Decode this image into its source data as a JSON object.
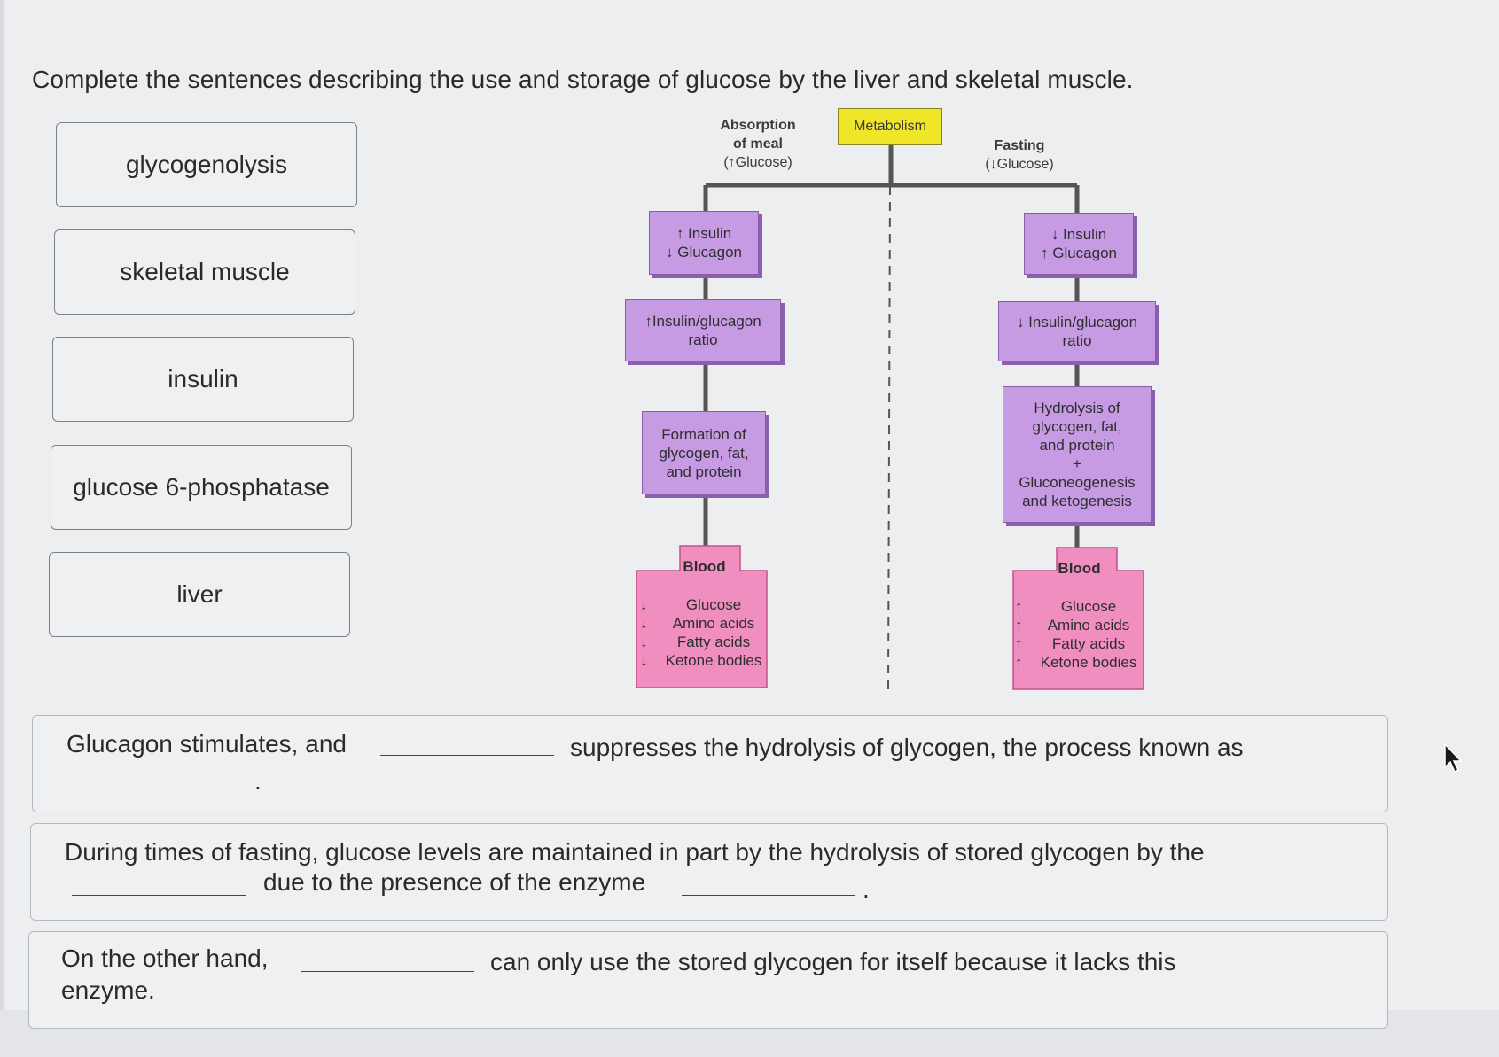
{
  "question": {
    "title": "Complete the sentences describing the use and storage of glucose by the liver and skeletal muscle."
  },
  "answer_bank": [
    "glycogenolysis",
    "skeletal muscle",
    "insulin",
    "glucose 6-phosphatase",
    "liver"
  ],
  "diagram": {
    "metabolism_label": "Metabolism",
    "absorption": {
      "line1": "Absorption",
      "line2": "of meal",
      "line3": "(↑Glucose)",
      "hormones": [
        "↑ Insulin",
        "↓ Glucagon"
      ],
      "ratio": [
        "↑Insulin/glucagon",
        "ratio"
      ],
      "process": [
        "Formation of",
        "glycogen, fat,",
        "and protein"
      ],
      "blood_title": "Blood",
      "blood_items": [
        {
          "arrow": "↓",
          "label": "Glucose"
        },
        {
          "arrow": "↓",
          "label": "Amino acids"
        },
        {
          "arrow": "↓",
          "label": "Fatty acids"
        },
        {
          "arrow": "↓",
          "label": "Ketone bodies"
        }
      ]
    },
    "fasting": {
      "line1": "Fasting",
      "line2": "(↓Glucose)",
      "hormones": [
        "↓ Insulin",
        "↑ Glucagon"
      ],
      "ratio": [
        "↓ Insulin/glucagon",
        "ratio"
      ],
      "process": [
        "Hydrolysis of",
        "glycogen, fat,",
        "and protein",
        "+",
        "Gluconeogenesis",
        "and ketogenesis"
      ],
      "blood_title": "Blood",
      "blood_items": [
        {
          "arrow": "↑",
          "label": "Glucose"
        },
        {
          "arrow": "↑",
          "label": "Amino acids"
        },
        {
          "arrow": "↑",
          "label": "Fatty acids"
        },
        {
          "arrow": "↑",
          "label": "Ketone bodies"
        }
      ]
    }
  },
  "sentences": {
    "s1": {
      "part1": "Glucagon stimulates, and",
      "part2": "suppresses the hydrolysis of glycogen, the process known as",
      "part3": "."
    },
    "s2": {
      "part1": "During times of fasting, glucose levels are maintained in part by the hydrolysis of stored glycogen by the",
      "part2": "due to the presence of the enzyme",
      "part3": "."
    },
    "s3": {
      "part1": "On the other hand,",
      "part2": "can only use the stored glycogen for itself because it lacks this",
      "part3": "enzyme."
    }
  },
  "colors": {
    "metabolism_box": "#f0e628",
    "hormone_box": "#c79be3",
    "blood_box": "#f08fbf",
    "connector": "#555555"
  }
}
